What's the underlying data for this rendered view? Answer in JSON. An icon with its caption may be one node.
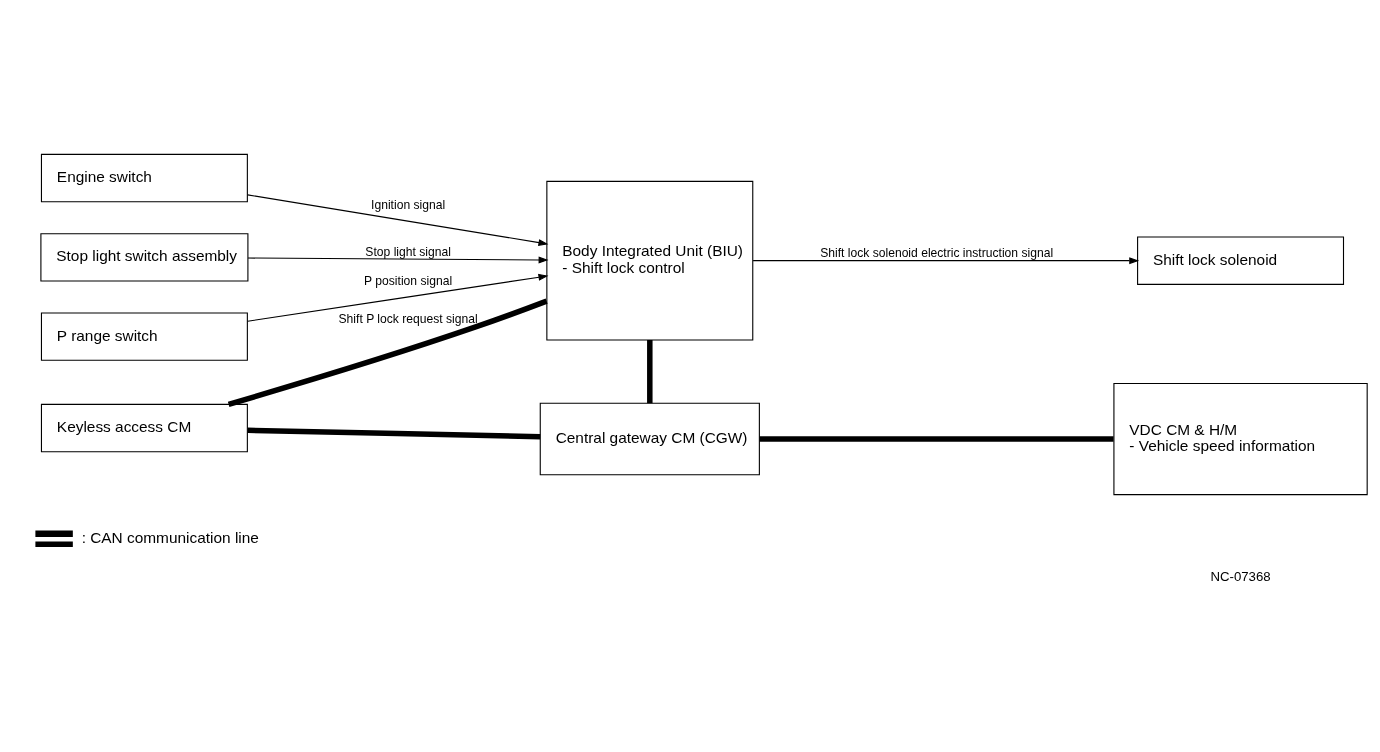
{
  "diagram": {
    "nodes": [
      {
        "text": [
          "Engine switch"
        ]
      },
      {
        "text": [
          "Stop light switch assembly"
        ]
      },
      {
        "text": [
          "P range switch"
        ]
      },
      {
        "text": [
          "Body Integrated Unit (BIU)",
          "- Shift lock control"
        ]
      },
      {
        "text": [
          "Shift lock solenoid"
        ]
      },
      {
        "text": [
          "Keyless access CM"
        ]
      },
      {
        "text": [
          "Central gateway CM (CGW)"
        ]
      },
      {
        "text": [
          "VDC CM & H/M",
          "- Vehicle speed information"
        ]
      }
    ],
    "edges": [
      {
        "from": 0,
        "to": 3,
        "arrow": "to",
        "label": "Ignition signal"
      },
      {
        "from": 1,
        "to": 3,
        "arrow": "to",
        "label": "Stop light signal"
      },
      {
        "from": 2,
        "to": 3,
        "arrow": "to",
        "label": "P position signal"
      },
      {
        "from": 3,
        "to": 4,
        "arrow": "to",
        "label": "Shift lock solenoid electric instruction signal"
      },
      {
        "from": 5,
        "to": 3,
        "arrow": "none",
        "style": "thick",
        "label": "Shift P lock request signal"
      },
      {
        "from": 5,
        "to": 6,
        "arrow": "none",
        "style": "thick"
      },
      {
        "from": 3,
        "to": 6,
        "arrow": "none",
        "style": "thick"
      },
      {
        "from": 6,
        "to": 7,
        "arrow": "none",
        "style": "thick"
      }
    ],
    "labels": [
      "NC-07368"
    ],
    "legend": [
      {
        "text": ": CAN communication line"
      }
    ]
  }
}
